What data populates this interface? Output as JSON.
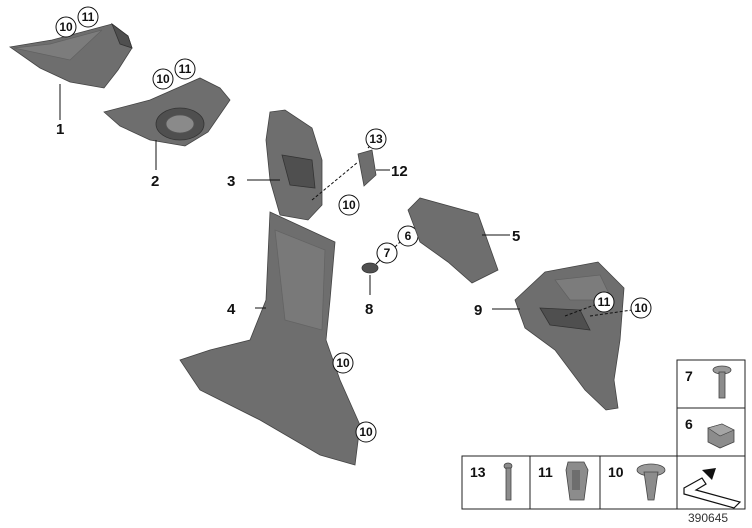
{
  "diagram": {
    "labels": {
      "p1": "1",
      "p2": "2",
      "p3": "3",
      "p4": "4",
      "p5": "5",
      "p6_callout": "6",
      "p7_callout": "7",
      "p8": "8",
      "p9": "9",
      "p12": "12",
      "p13_callout": "13",
      "c10_a": "10",
      "c11_a": "11",
      "c10_b": "10",
      "c11_b": "11",
      "c10_c": "10",
      "c10_d": "10",
      "c10_e": "10",
      "c11_f": "11",
      "c10_f": "10"
    },
    "legend": {
      "box7": "7",
      "box6": "6",
      "box13": "13",
      "box11": "11",
      "box10": "10"
    },
    "reference_number": "390645"
  }
}
